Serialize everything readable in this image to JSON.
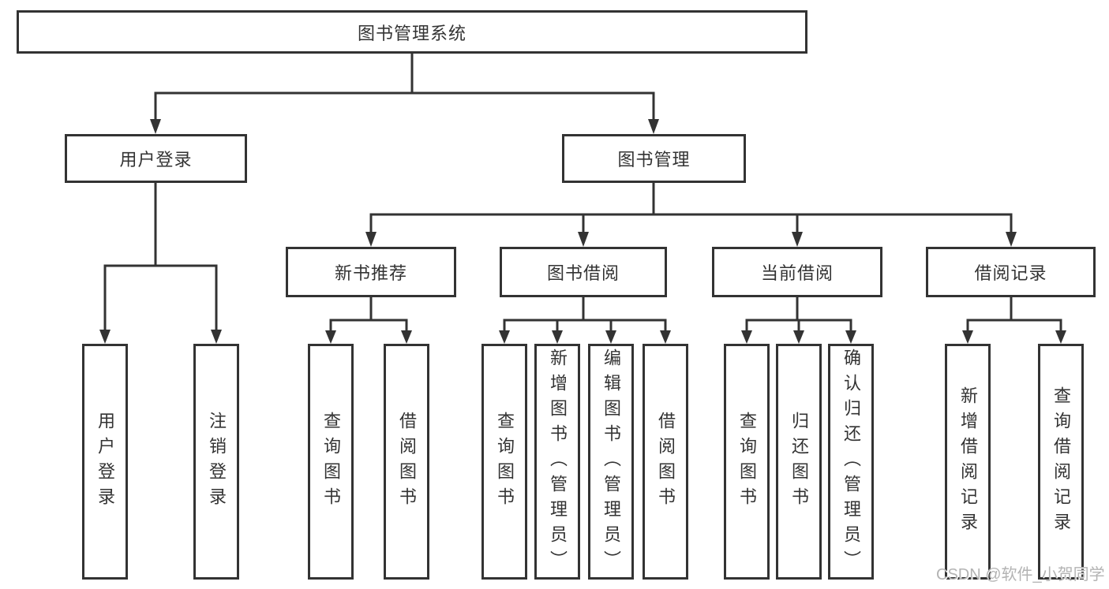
{
  "tree": {
    "root": {
      "label": "图书管理系统"
    },
    "branches": [
      {
        "label": "用户登录",
        "children": [
          {
            "label": "用户登录"
          },
          {
            "label": "注销登录"
          }
        ]
      },
      {
        "label": "图书管理",
        "children": [
          {
            "label": "新书推荐",
            "children": [
              {
                "label": "查询图书"
              },
              {
                "label": "借阅图书"
              }
            ]
          },
          {
            "label": "图书借阅",
            "children": [
              {
                "label": "查询图书"
              },
              {
                "label": "新增图书（管理员）"
              },
              {
                "label": "编辑图书（管理员）"
              },
              {
                "label": "借阅图书"
              }
            ]
          },
          {
            "label": "当前借阅",
            "children": [
              {
                "label": "查询图书"
              },
              {
                "label": "归还图书"
              },
              {
                "label": "确认归还（管理员）"
              }
            ]
          },
          {
            "label": "借阅记录",
            "children": [
              {
                "label": "新增借阅记录"
              },
              {
                "label": "查询借阅记录"
              }
            ]
          }
        ]
      }
    ]
  },
  "watermark": {
    "text": "CSDN @软件_小贺同学"
  },
  "colors": {
    "line": "#333333",
    "text": "#333333",
    "box_background": "#ffffff",
    "watermark": "#b3b3b3",
    "background": "#ffffff"
  }
}
